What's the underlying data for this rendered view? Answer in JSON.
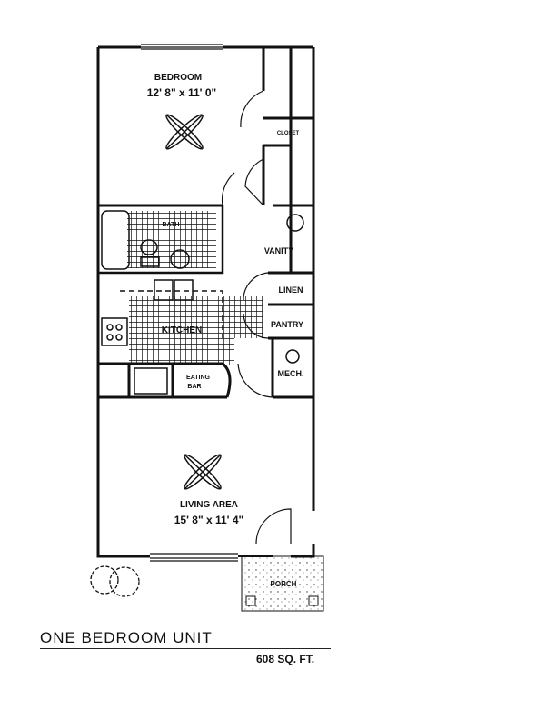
{
  "rooms": {
    "bedroom": {
      "name": "BEDROOM",
      "size": "12' 8\" x 11' 0\""
    },
    "closet": "CLOSET",
    "bath": "BATH",
    "vanity": "VANITY",
    "linen": "LINEN",
    "kitchen": "KITCHEN",
    "pantry": "PANTRY",
    "mech": "MECH.",
    "eating_bar": [
      "EATING",
      "BAR"
    ],
    "living": {
      "name": "LIVING AREA",
      "size": "15' 8\" x 11' 4\""
    },
    "porch": "PORCH"
  },
  "caption": {
    "title": "ONE BEDROOM UNIT",
    "area": "608 SQ. FT."
  },
  "colors": {
    "ink": "#111111",
    "background": "#ffffff"
  }
}
